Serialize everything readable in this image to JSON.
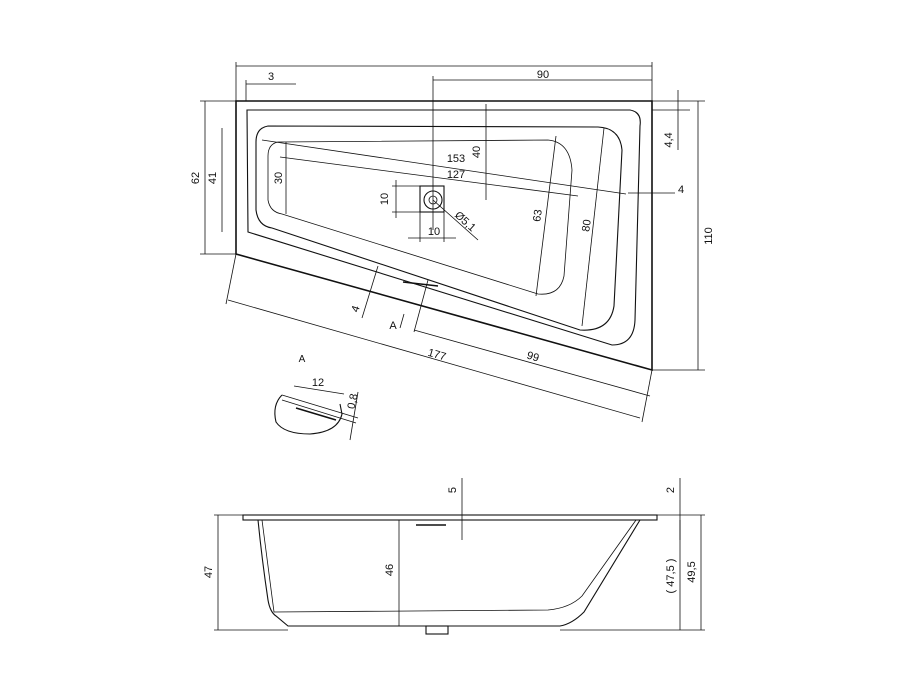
{
  "top_view": {
    "dims": {
      "d3": "3",
      "d90": "90",
      "d4_4": "4,4",
      "d62": "62",
      "d41": "41",
      "d30": "30",
      "d40": "40",
      "d153": "153",
      "d127": "127",
      "d4_right": "4",
      "d10_v": "10",
      "d10_h": "10",
      "d5_1": "Ø5,1",
      "d63": "63",
      "d80": "80",
      "d110": "110",
      "d4_left": "4",
      "d177": "177",
      "d99": "99"
    },
    "section_marker": "A"
  },
  "detail": {
    "label": "A",
    "d12": "12",
    "d0_8": "0,8"
  },
  "side_view": {
    "dims": {
      "d5": "5",
      "d2": "2",
      "d47": "47",
      "d46": "46",
      "d47_5": "( 47,5 )",
      "d49_5": "49,5"
    }
  }
}
